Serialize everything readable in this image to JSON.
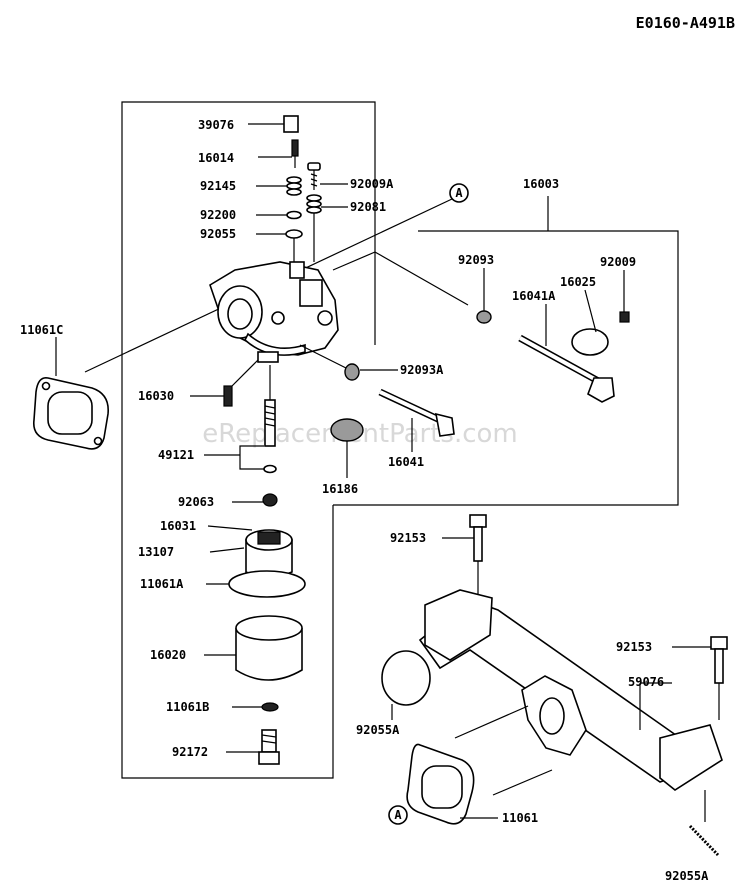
{
  "diagram_code": "E0160-A491B",
  "watermark": "eReplacementParts.com",
  "ref_mark": "A",
  "labels": {
    "p39076": "39076",
    "p16014": "16014",
    "p92145": "92145",
    "p92009A": "92009A",
    "p92200": "92200",
    "p92081": "92081",
    "p92055": "92055",
    "p16003": "16003",
    "p92093": "92093",
    "p92009": "92009",
    "p16025": "16025",
    "p16041A": "16041A",
    "p11061C": "11061C",
    "p92093A": "92093A",
    "p16030": "16030",
    "p49121": "49121",
    "p16041": "16041",
    "p16186": "16186",
    "p92063": "92063",
    "p16031": "16031",
    "p13107": "13107",
    "p11061A": "11061A",
    "p92153a": "92153",
    "p16020": "16020",
    "p92153b": "92153",
    "p59076": "59076",
    "p11061B": "11061B",
    "p92055A_left": "92055A",
    "p92172": "92172",
    "p11061": "11061",
    "p92055A_bottom": "92055A"
  }
}
